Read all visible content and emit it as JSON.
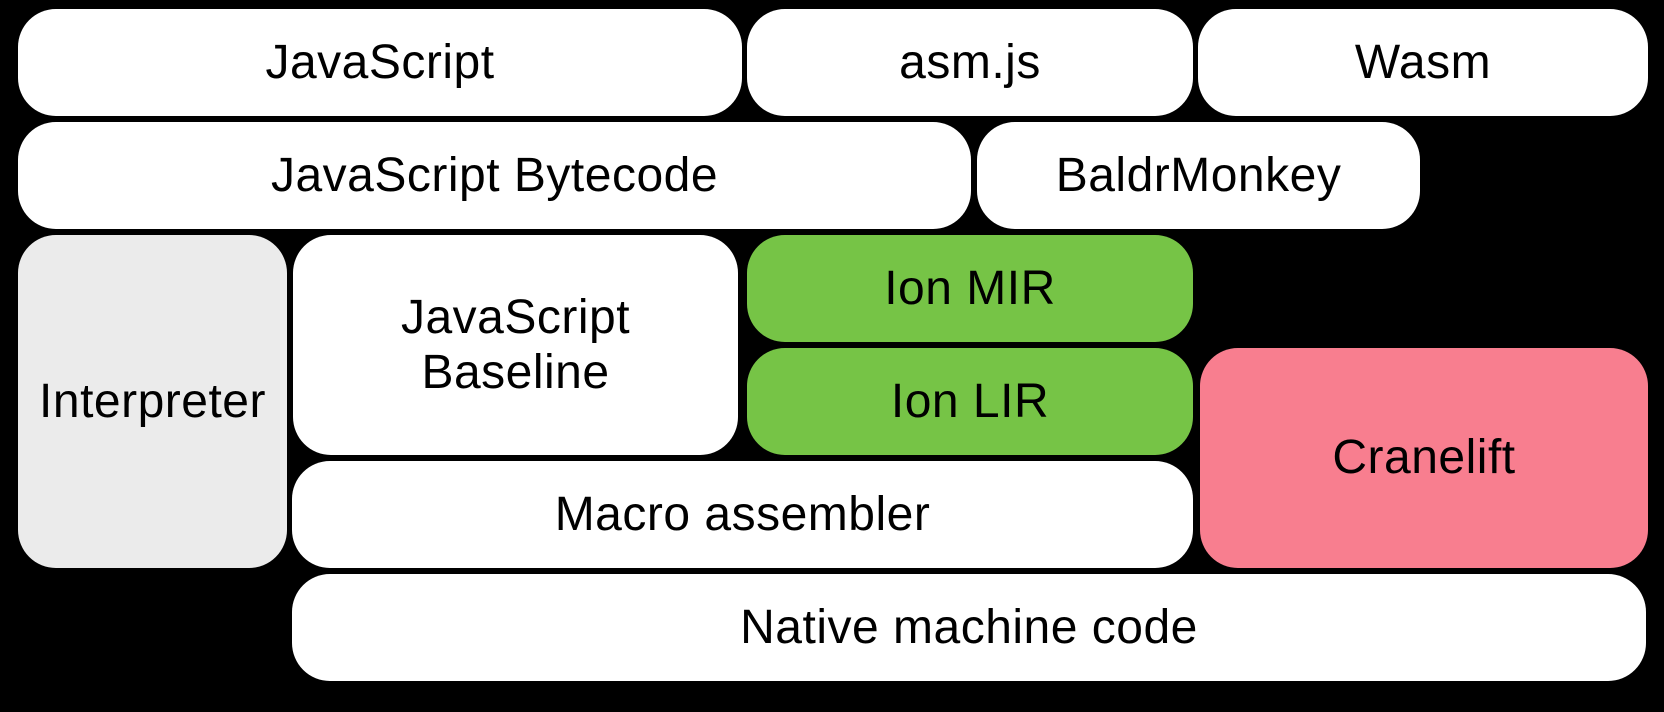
{
  "diagram": {
    "background_color": "#000000",
    "text_color": "#000000",
    "colors": {
      "default_box": "#ffffff",
      "interpreter_gray": "#ebebeb",
      "ion_green": "#76c446",
      "cranelift_pink": "#f87e8f"
    },
    "boxes": [
      {
        "id": "javascript",
        "label": "JavaScript",
        "color": "#ffffff"
      },
      {
        "id": "asmjs",
        "label": "asm.js",
        "color": "#ffffff"
      },
      {
        "id": "wasm",
        "label": "Wasm",
        "color": "#ffffff"
      },
      {
        "id": "javascript-bytecode",
        "label": "JavaScript Bytecode",
        "color": "#ffffff"
      },
      {
        "id": "baldrmonkey",
        "label": "BaldrMonkey",
        "color": "#ffffff"
      },
      {
        "id": "interpreter",
        "label": "Interpreter",
        "color": "#ebebeb"
      },
      {
        "id": "javascript-baseline",
        "label": "JavaScript\nBaseline",
        "color": "#ffffff"
      },
      {
        "id": "ion-mir",
        "label": "Ion MIR",
        "color": "#76c446"
      },
      {
        "id": "ion-lir",
        "label": "Ion LIR",
        "color": "#76c446"
      },
      {
        "id": "cranelift",
        "label": "Cranelift",
        "color": "#f87e8f"
      },
      {
        "id": "macro-assembler",
        "label": "Macro assembler",
        "color": "#ffffff"
      },
      {
        "id": "native-machine-code",
        "label": "Native machine code",
        "color": "#ffffff"
      }
    ]
  }
}
